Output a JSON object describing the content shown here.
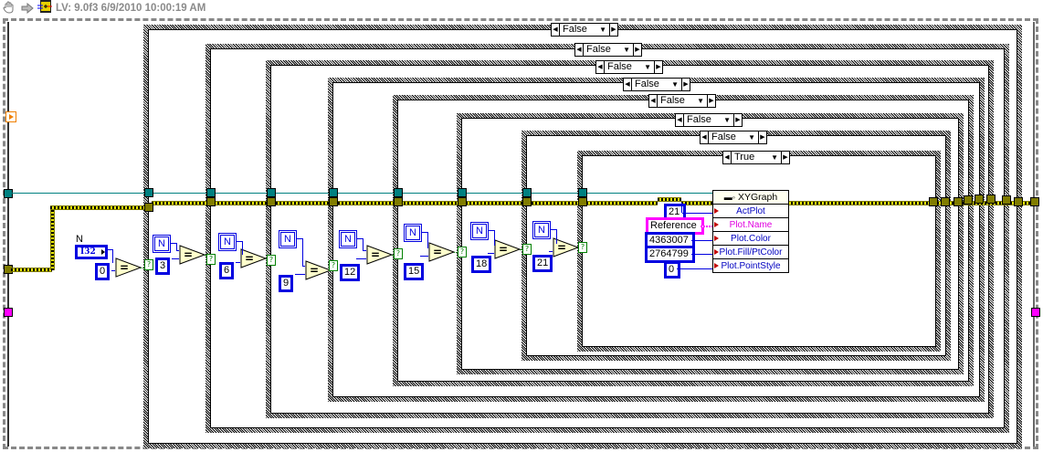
{
  "header": {
    "title": "LV: 9.0f3 6/9/2010 10:00:19 AM",
    "icons": [
      "hand-tool-icon",
      "arrow-icon",
      "vi-icon"
    ]
  },
  "case_structures": [
    {
      "selector": "False"
    },
    {
      "selector": "False"
    },
    {
      "selector": "False"
    },
    {
      "selector": "False"
    },
    {
      "selector": "False"
    },
    {
      "selector": "False"
    },
    {
      "selector": "False"
    },
    {
      "selector": "True"
    }
  ],
  "control": {
    "label": "N",
    "type": "I32"
  },
  "comparisons": [
    {
      "operator": "=",
      "constant": "0"
    },
    {
      "operator": "=",
      "constant": "3"
    },
    {
      "operator": "=",
      "constant": "6"
    },
    {
      "operator": "=",
      "constant": "9"
    },
    {
      "operator": "=",
      "constant": "12"
    },
    {
      "operator": "=",
      "constant": "15"
    },
    {
      "operator": "=",
      "constant": "18"
    },
    {
      "operator": "=",
      "constant": "21"
    }
  ],
  "local_ref": "N",
  "property_node": {
    "target": "XYGraph",
    "properties": [
      "ActPlot",
      "Plot.Name",
      "Plot.Color",
      "Plot.Fill/PtColor",
      "Plot.PointStyle"
    ],
    "inputs": [
      "21",
      "Reference",
      "4363007",
      "2764799",
      "0"
    ]
  },
  "selector_terminal": "?",
  "colors": {
    "numeric_wire": "#0000e0",
    "string_wire": "#ff00ff",
    "refnum_wire": "#008080",
    "cluster_wire": "#807c00",
    "boolean_wire": "#008000"
  }
}
